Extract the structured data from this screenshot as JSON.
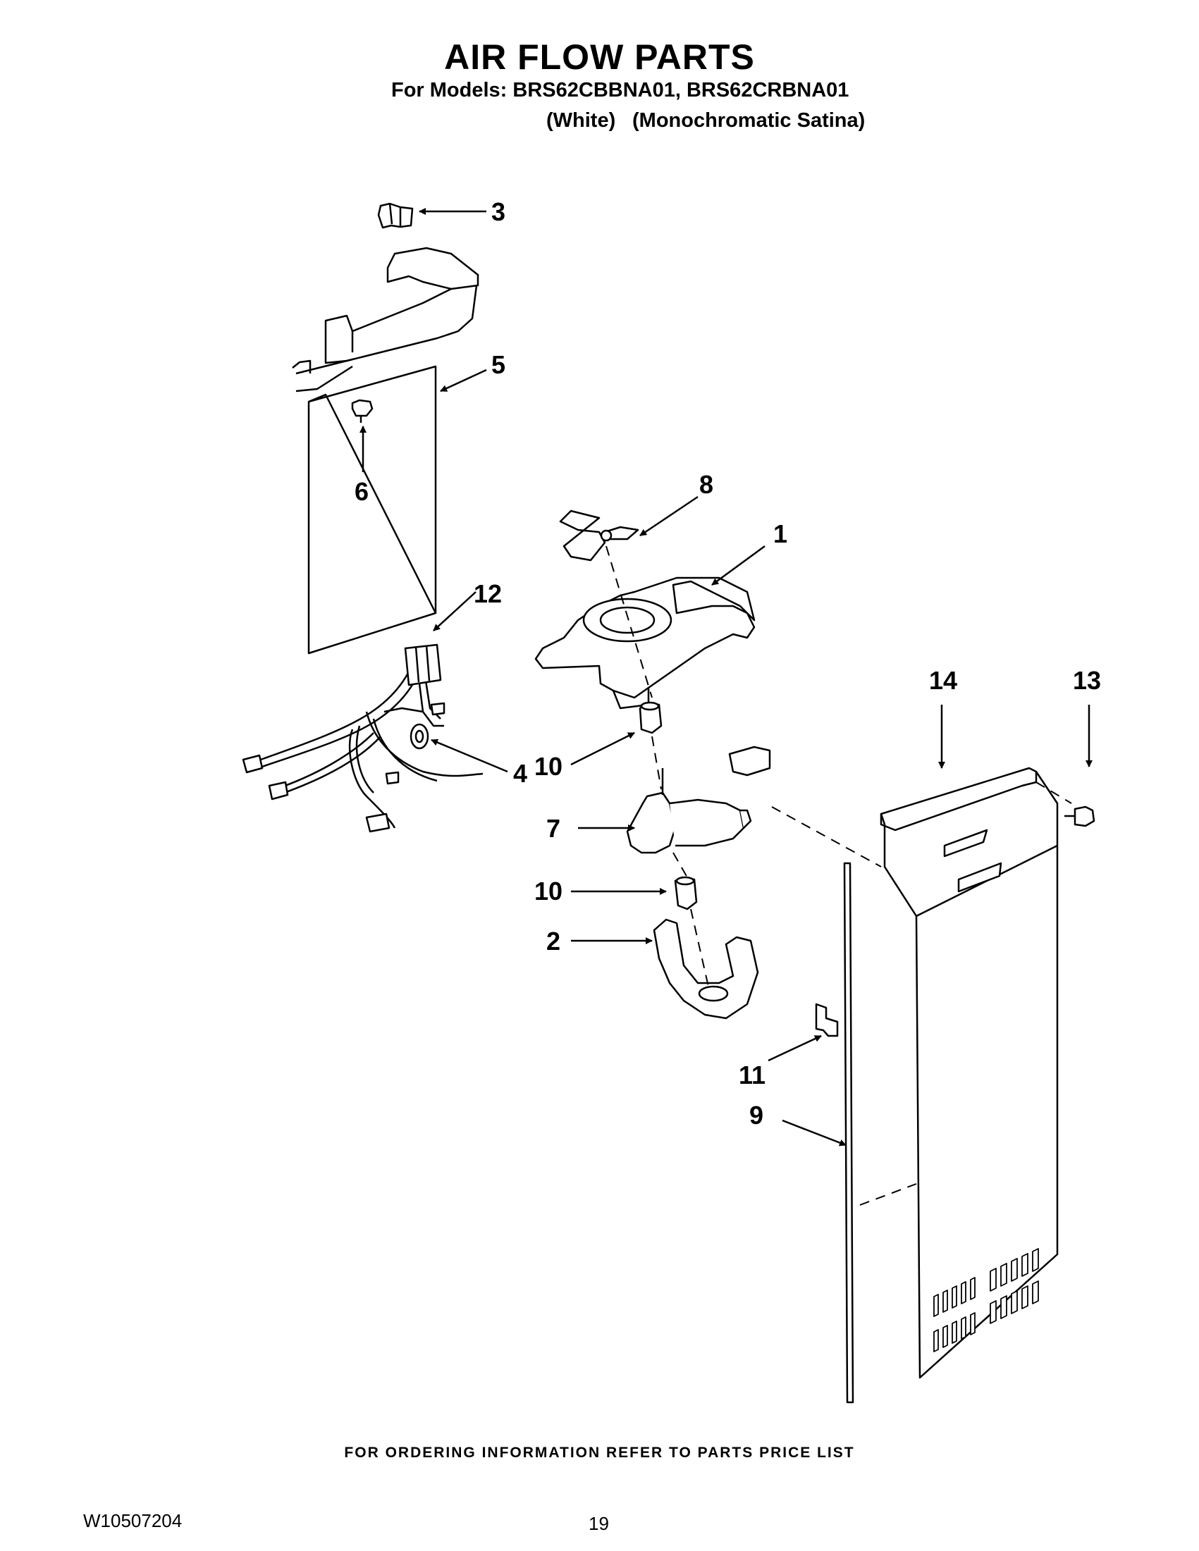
{
  "header": {
    "title": "AIR FLOW PARTS",
    "models_line": "For Models: BRS62CBBNA01, BRS62CRBNA01",
    "variant_1": "(White)",
    "variant_2": "(Monochromatic Satina)"
  },
  "callouts": {
    "c1": "1",
    "c2": "2",
    "c3": "3",
    "c4": "4",
    "c5": "5",
    "c6": "6",
    "c7": "7",
    "c8": "8",
    "c9": "9",
    "c10a": "10",
    "c10b": "10",
    "c11": "11",
    "c12": "12",
    "c13": "13",
    "c14": "14"
  },
  "footer": {
    "ordering_note": "FOR ORDERING INFORMATION REFER TO PARTS PRICE LIST",
    "document_number": "W10507204",
    "page_number": "19"
  }
}
